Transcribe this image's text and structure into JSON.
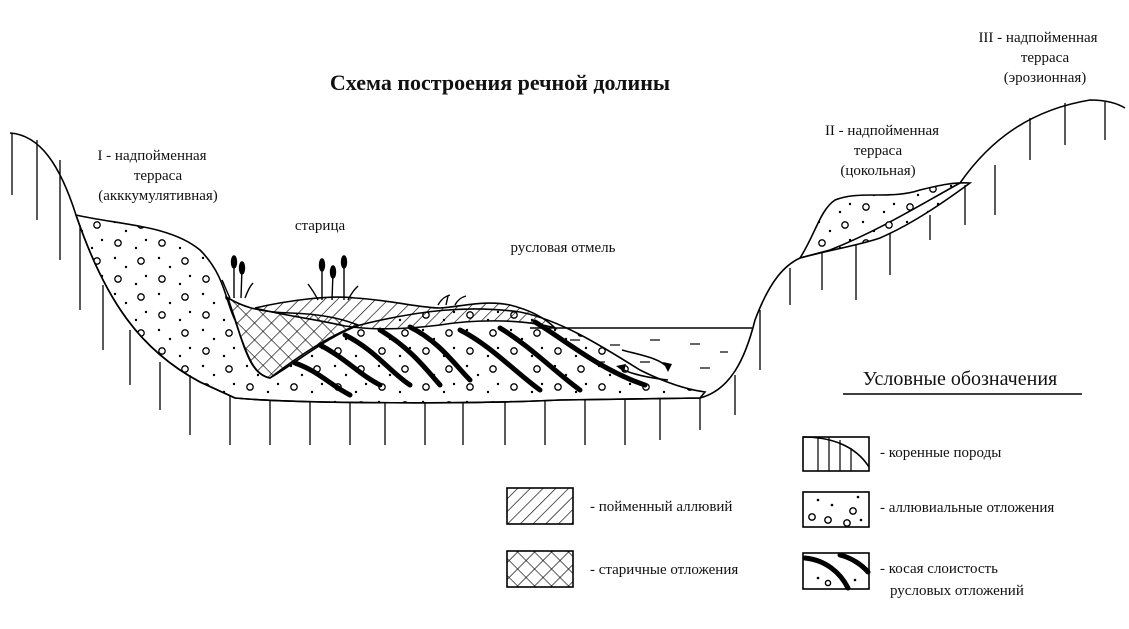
{
  "title": "Схема построения речной долины",
  "labels": {
    "terrace1": [
      "I - надпойменная",
      "терраса",
      "(акккумулятивная)"
    ],
    "terrace2": [
      "II - надпойменная",
      "терраса",
      "(цокольная)"
    ],
    "terrace3": [
      "III - надпойменная",
      "терраса",
      "(эрозионная)"
    ],
    "oxbow": "старица",
    "shoal": "русловая отмель"
  },
  "legend": {
    "title": "Условные обозначения",
    "items": {
      "bedrock": "- коренные породы",
      "alluvial": "- аллювиальные отложения",
      "floodplain": "- пойменный аллювий",
      "oxbow": "- старичные отложения",
      "cross1": "- косая слоистость",
      "cross2": "русловых отложений"
    }
  }
}
